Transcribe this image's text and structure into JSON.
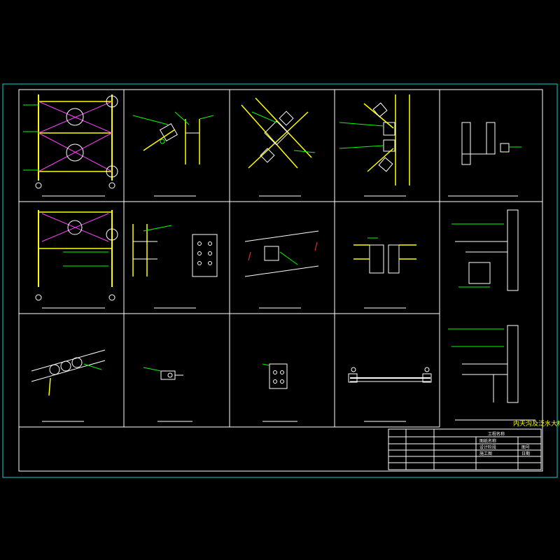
{
  "colors": {
    "background": "#000000",
    "frame": "#00d8d8",
    "member": "#ffff00",
    "bolt": "#ffffff",
    "leader": "#00ff00",
    "accent": "#ff3030"
  },
  "sheet": {
    "side_detail_title": "内天沟及泛水大样"
  },
  "title_block": {
    "row_1": "工程名称",
    "row_2": "图纸名称",
    "row_3": "设计阶段",
    "row_4": "施工图",
    "row_5": "图号",
    "row_6": "日期"
  }
}
